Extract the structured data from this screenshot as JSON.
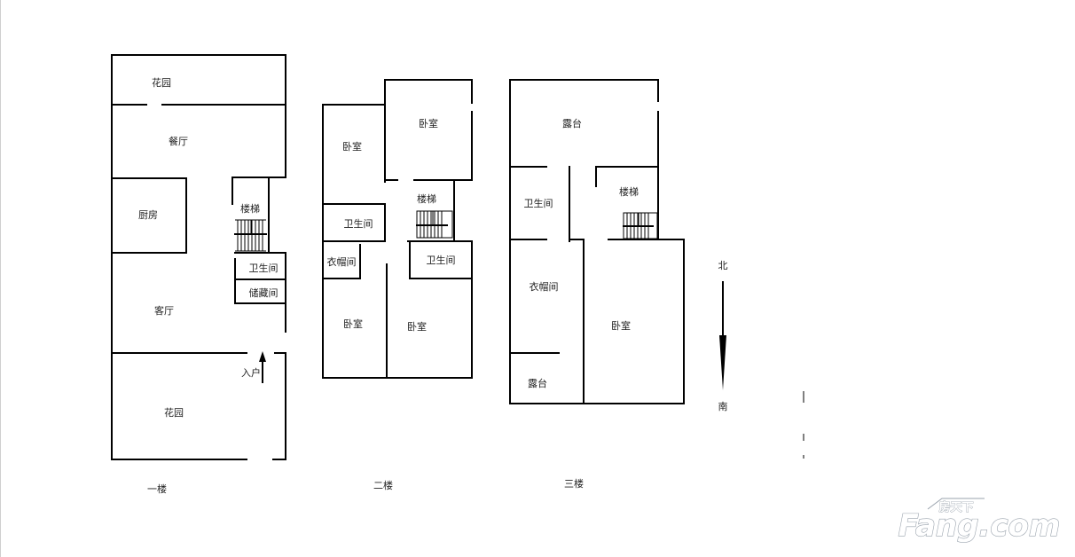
{
  "floors": [
    {
      "label": "一楼",
      "rooms": {
        "garden_top": "花园",
        "dining": "餐厅",
        "kitchen": "厨房",
        "stairs": "楼梯",
        "bathroom": "卫生间",
        "storage": "储藏间",
        "living": "客厅",
        "entrance": "入户",
        "garden_bottom": "花园"
      }
    },
    {
      "label": "二楼",
      "rooms": {
        "bedroom_nw": "卧室",
        "bedroom_ne": "卧室",
        "stairs": "楼梯",
        "bathroom_w": "卫生间",
        "wardrobe": "衣帽间",
        "bathroom_e": "卫生间",
        "bedroom_sw": "卧室",
        "bedroom_se": "卧室"
      }
    },
    {
      "label": "三楼",
      "rooms": {
        "terrace_top": "露台",
        "bathroom": "卫生间",
        "stairs": "楼梯",
        "wardrobe": "衣帽间",
        "bedroom": "卧室",
        "terrace_bottom": "露台"
      }
    }
  ],
  "compass": {
    "north": "北",
    "south": "南"
  },
  "watermark": {
    "brand": "Fang.com",
    "cn": "房天下"
  }
}
